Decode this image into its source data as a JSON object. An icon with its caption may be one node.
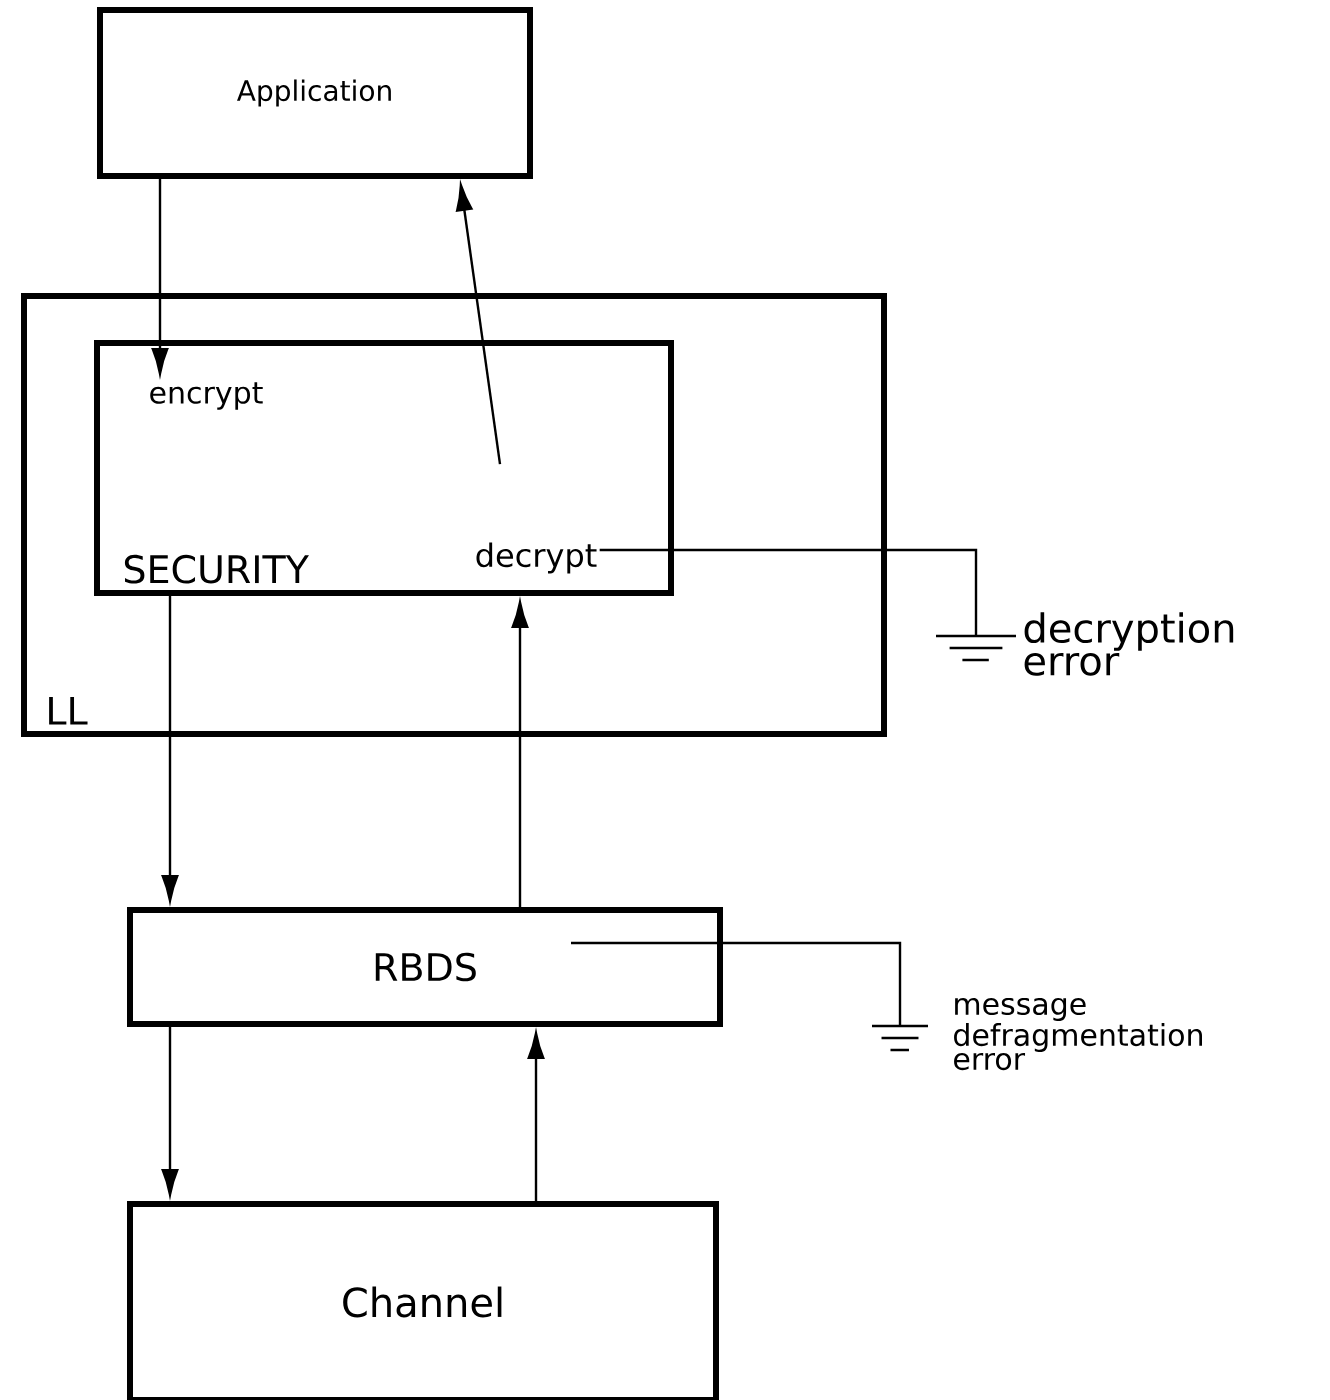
{
  "diagram": {
    "nodes": [
      {
        "text": [
          "Application"
        ]
      },
      {
        "text": [
          "LL"
        ]
      },
      {
        "text": [
          "SECURITY"
        ],
        "in": 1
      },
      {
        "text": [
          "encrypt"
        ],
        "in": 2
      },
      {
        "text": [
          "decrypt"
        ],
        "in": 2
      },
      {
        "text": [
          "decryption error"
        ]
      },
      {
        "text": [
          "RBDS"
        ]
      },
      {
        "text": [
          "message defragmentation error"
        ]
      },
      {
        "text": [
          "Channel"
        ]
      }
    ],
    "edges": [
      {
        "from": 0,
        "to": 3,
        "arrow": "to"
      },
      {
        "from": 4,
        "to": 0,
        "arrow": "to"
      },
      {
        "from": 2,
        "to": 6,
        "arrow": "to"
      },
      {
        "from": 6,
        "to": 2,
        "arrow": "to"
      },
      {
        "from": 6,
        "to": 8,
        "arrow": "to"
      },
      {
        "from": 8,
        "to": 6,
        "arrow": "to"
      },
      {
        "from": 4,
        "to": 5,
        "arrow": "none"
      },
      {
        "from": 6,
        "to": 7,
        "arrow": "none"
      }
    ]
  }
}
